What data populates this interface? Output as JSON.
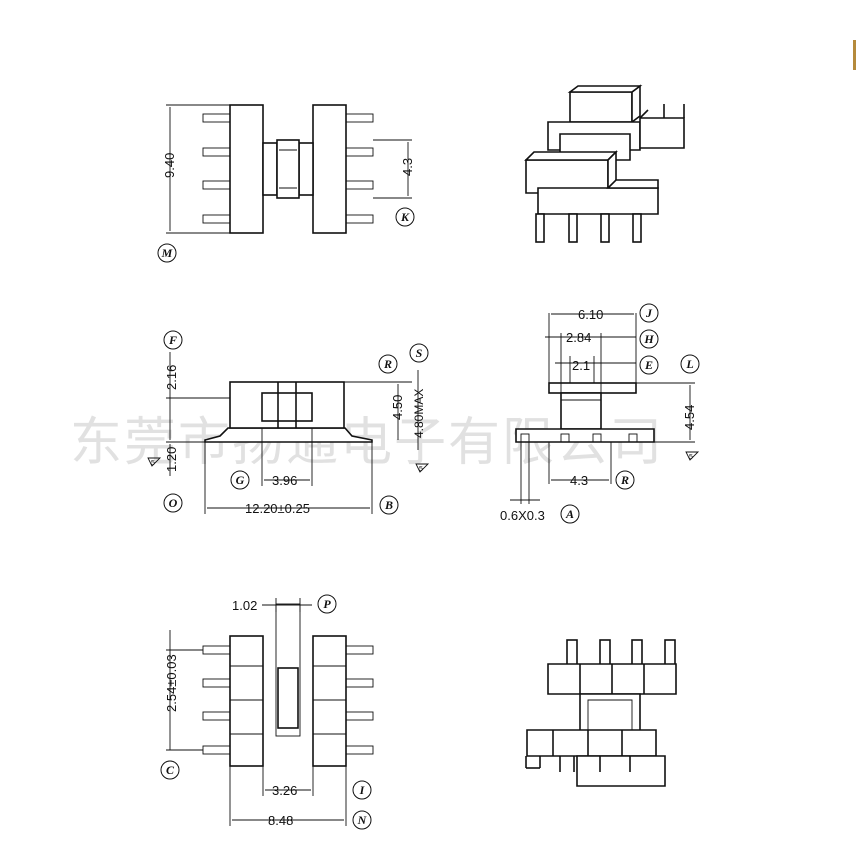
{
  "watermark": "东莞市扬通电子有限公司",
  "views": {
    "top": {
      "dims": {
        "total_height": "9.40",
        "pin_group": "4.3"
      },
      "callouts": {
        "left": "M",
        "right": "K"
      }
    },
    "front": {
      "dims": {
        "top_height": "2.16",
        "bottom_height": "1.20",
        "inner_width": "3.96",
        "overall_width": "12.20±0.25",
        "body_height": "4.50",
        "max_height": "4.80MAX"
      },
      "callouts": {
        "F": "F",
        "R": "R",
        "S": "S",
        "G": "G",
        "O": "O",
        "B": "B"
      },
      "flags": {
        "left": "5",
        "right": "5"
      }
    },
    "side": {
      "dims": {
        "width_a": "6.10",
        "width_b": "2.84",
        "width_c": "2.1",
        "height": "4.54",
        "pin_span": "4.3",
        "pin_size": "0.6X0.3"
      },
      "callouts": {
        "J": "J",
        "H": "H",
        "E": "E",
        "L": "L",
        "R": "R",
        "A": "A"
      },
      "flags": {
        "right": "5"
      }
    },
    "bottom": {
      "dims": {
        "slot_width": "1.02",
        "pitch": "2.54±0.03",
        "inner_span": "3.26",
        "outer_span": "8.48"
      },
      "callouts": {
        "P": "P",
        "C": "C",
        "I": "I",
        "N": "N"
      }
    }
  },
  "icons": [
    "bobbin-top-view-icon",
    "bobbin-3d-top-icon",
    "bobbin-3d-bottom-icon",
    "tolerance-flag-icon"
  ]
}
